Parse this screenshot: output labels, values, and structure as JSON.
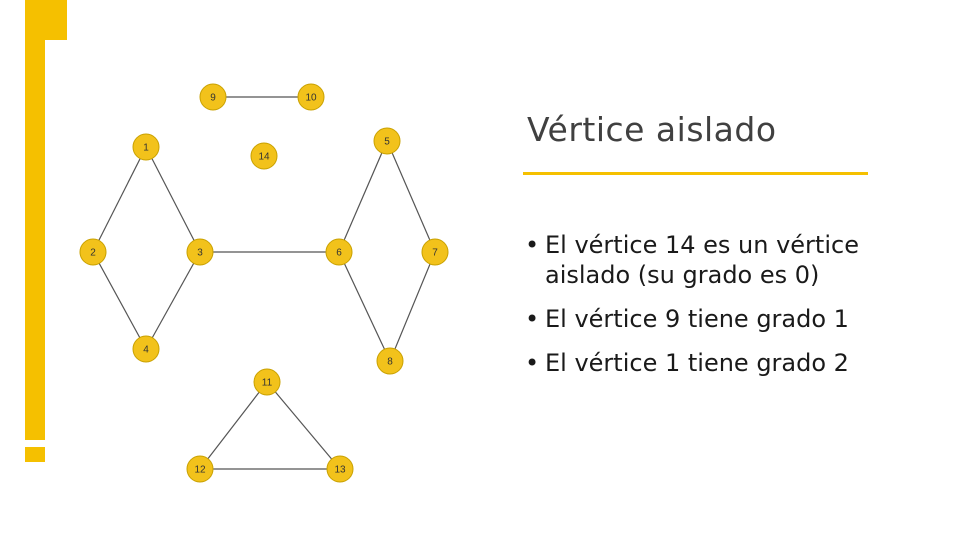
{
  "slide": {
    "title": "Vértice aislado",
    "bullets": [
      "El vértice 14 es un vértice aislado (su grado es 0)",
      "El vértice 9 tiene grado 1",
      "El vértice 1 tiene grado 2"
    ]
  },
  "graph": {
    "nodes": [
      "1",
      "2",
      "3",
      "4",
      "5",
      "6",
      "7",
      "8",
      "9",
      "10",
      "11",
      "12",
      "13",
      "14"
    ],
    "edges": [
      [
        "9",
        "10"
      ],
      [
        "1",
        "2"
      ],
      [
        "1",
        "3"
      ],
      [
        "2",
        "4"
      ],
      [
        "3",
        "4"
      ],
      [
        "3",
        "6"
      ],
      [
        "5",
        "6"
      ],
      [
        "5",
        "7"
      ],
      [
        "6",
        "8"
      ],
      [
        "7",
        "8"
      ],
      [
        "11",
        "12"
      ],
      [
        "11",
        "13"
      ],
      [
        "12",
        "13"
      ]
    ]
  },
  "colors": {
    "accent": "#F5C000",
    "node_fill": "#F2C21B",
    "node_stroke": "#C9A100",
    "edge": "#555555"
  }
}
